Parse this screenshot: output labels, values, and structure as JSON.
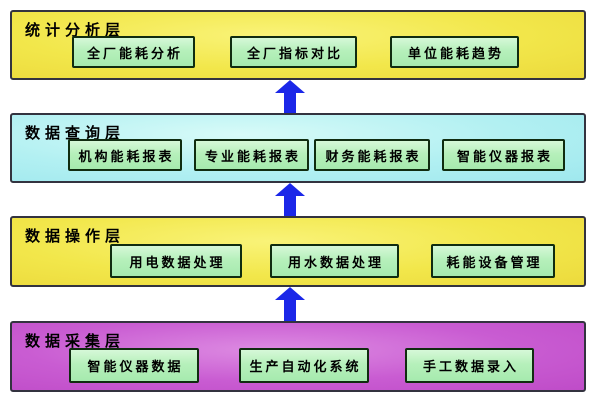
{
  "diagram": {
    "kind": "layered-architecture-diagram",
    "colors": {
      "layer_yellow": "#F2E74B",
      "layer_cyan": "#B2F0F2",
      "layer_purple": "#C95CD2",
      "module_green": "#B6F0BB",
      "arrow_blue": "#1B27E8",
      "layer_border": "#33333F",
      "module_border": "#102C10",
      "text": "#000000"
    },
    "layers": [
      {
        "id": "statistical-analysis-layer",
        "title": "统计分析层",
        "color_key": "layer_yellow",
        "boxes": [
          "全厂能耗分析",
          "全厂指标对比",
          "单位能耗趋势"
        ]
      },
      {
        "id": "data-query-layer",
        "title": "数据查询层",
        "color_key": "layer_cyan",
        "boxes": [
          "机构能耗报表",
          "专业能耗报表",
          "财务能耗报表",
          "智能仪器报表"
        ]
      },
      {
        "id": "data-operation-layer",
        "title": "数据操作层",
        "color_key": "layer_yellow",
        "boxes": [
          "用电数据处理",
          "用水数据处理",
          "耗能设备管理"
        ]
      },
      {
        "id": "data-collection-layer",
        "title": "数据采集层",
        "color_key": "layer_purple",
        "boxes": [
          "智能仪器数据",
          "生产自动化系统",
          "手工数据录入"
        ]
      }
    ],
    "arrows": [
      {
        "id": "arrow-1",
        "direction": "up"
      },
      {
        "id": "arrow-2",
        "direction": "up"
      },
      {
        "id": "arrow-3",
        "direction": "up"
      }
    ]
  }
}
